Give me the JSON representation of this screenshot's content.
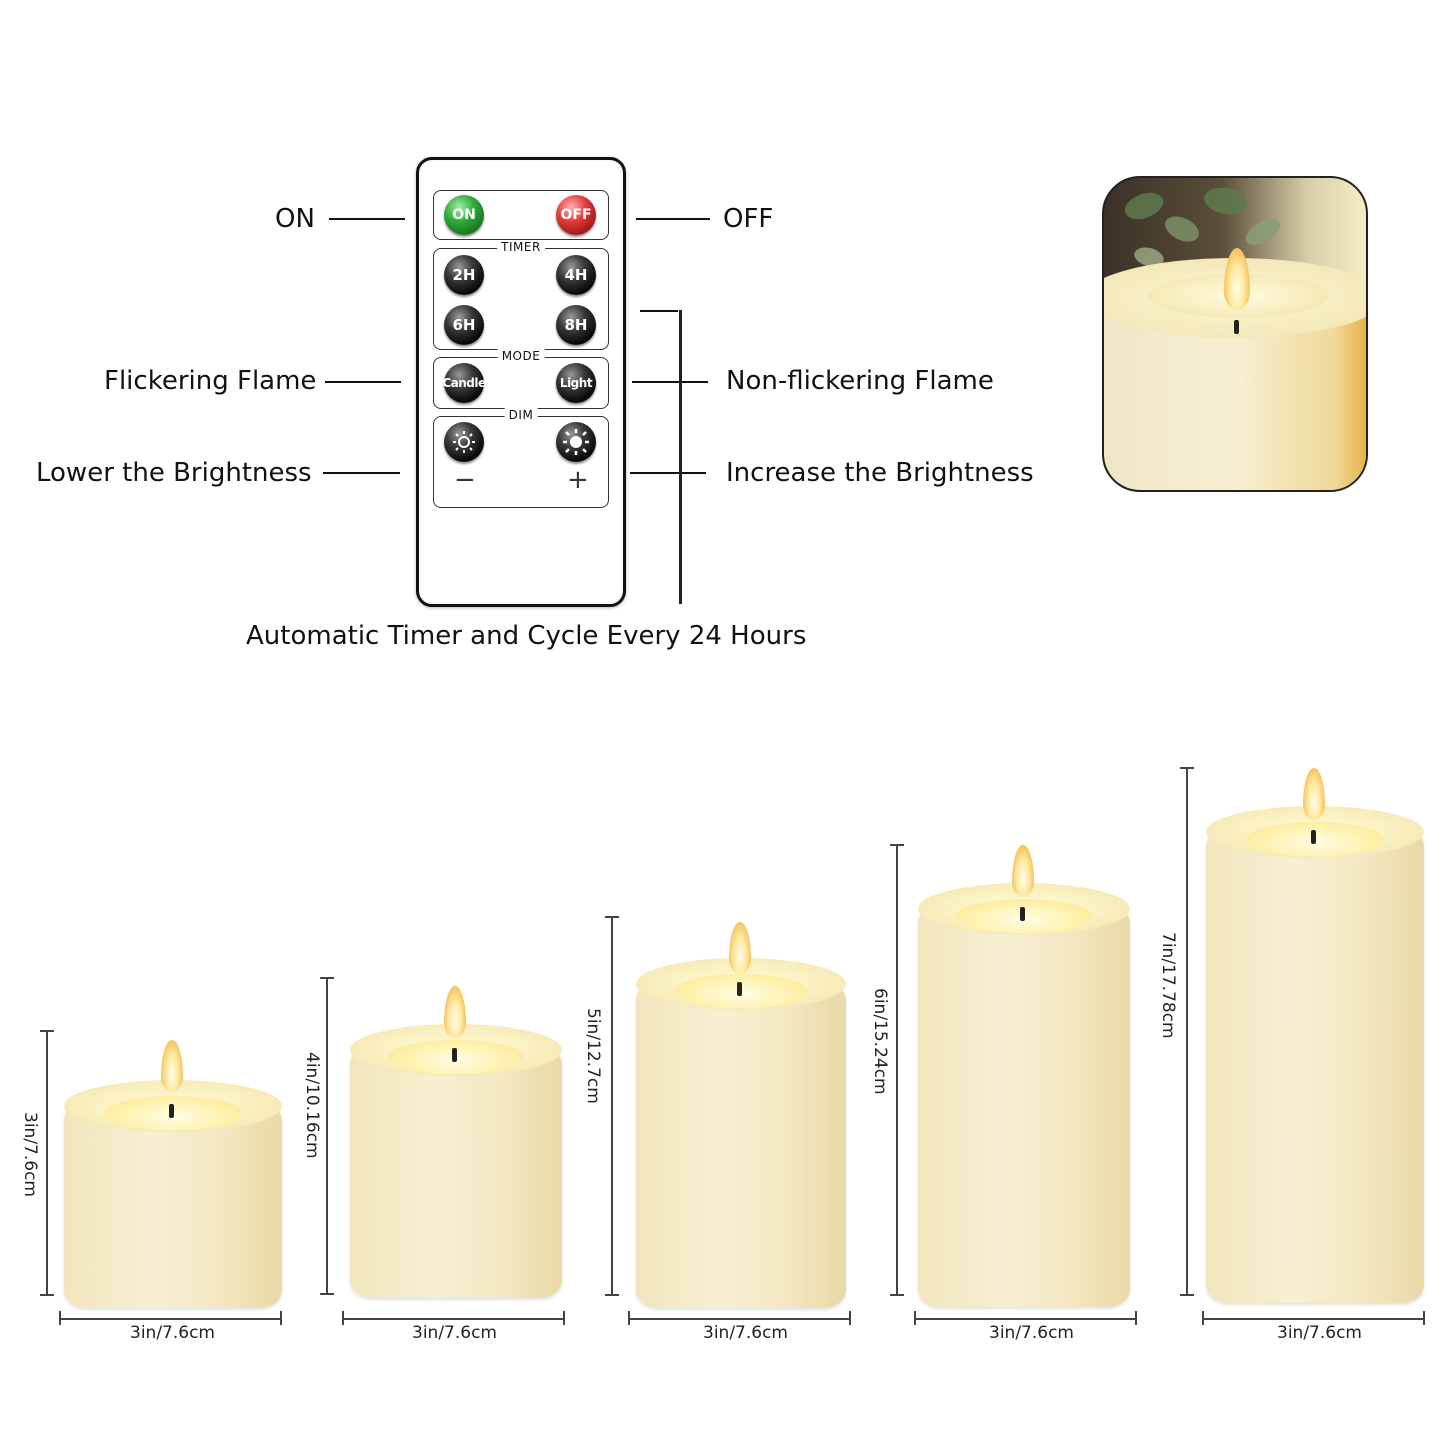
{
  "remote": {
    "btn_on": "ON",
    "btn_off": "OFF",
    "timer_title": "TIMER",
    "timer_2h": "2H",
    "timer_4h": "4H",
    "timer_6h": "6H",
    "timer_8h": "8H",
    "mode_title": "MODE",
    "mode_candle": "Candle",
    "mode_light": "Light",
    "dim_title": "DIM",
    "dim_minus": "−",
    "dim_plus": "+"
  },
  "callouts": {
    "on": "ON",
    "off": "OFF",
    "flickering": "Flickering Flame",
    "non_flickering": "Non-flickering Flame",
    "lower": "Lower the Brightness",
    "increase": "Increase the Brightness",
    "timer_note": "Automatic Timer and Cycle Every 24 Hours"
  },
  "candles": [
    {
      "height_label": "3in/7.6cm",
      "width_label": "3in/7.6cm"
    },
    {
      "height_label": "4in/10.16cm",
      "width_label": "3in/7.6cm"
    },
    {
      "height_label": "5in/12.7cm",
      "width_label": "3in/7.6cm"
    },
    {
      "height_label": "6in/15.24cm",
      "width_label": "3in/7.6cm"
    },
    {
      "height_label": "7in/17.78cm",
      "width_label": "3in/7.6cm"
    }
  ],
  "colors": {
    "candle_ivory": "#f4ead0",
    "flame": "#ffe9a0",
    "on_button": "#2fa83a",
    "off_button": "#e23a3a"
  },
  "icons": {
    "dim_lower": "sun-small-icon",
    "dim_higher": "sun-large-icon"
  }
}
